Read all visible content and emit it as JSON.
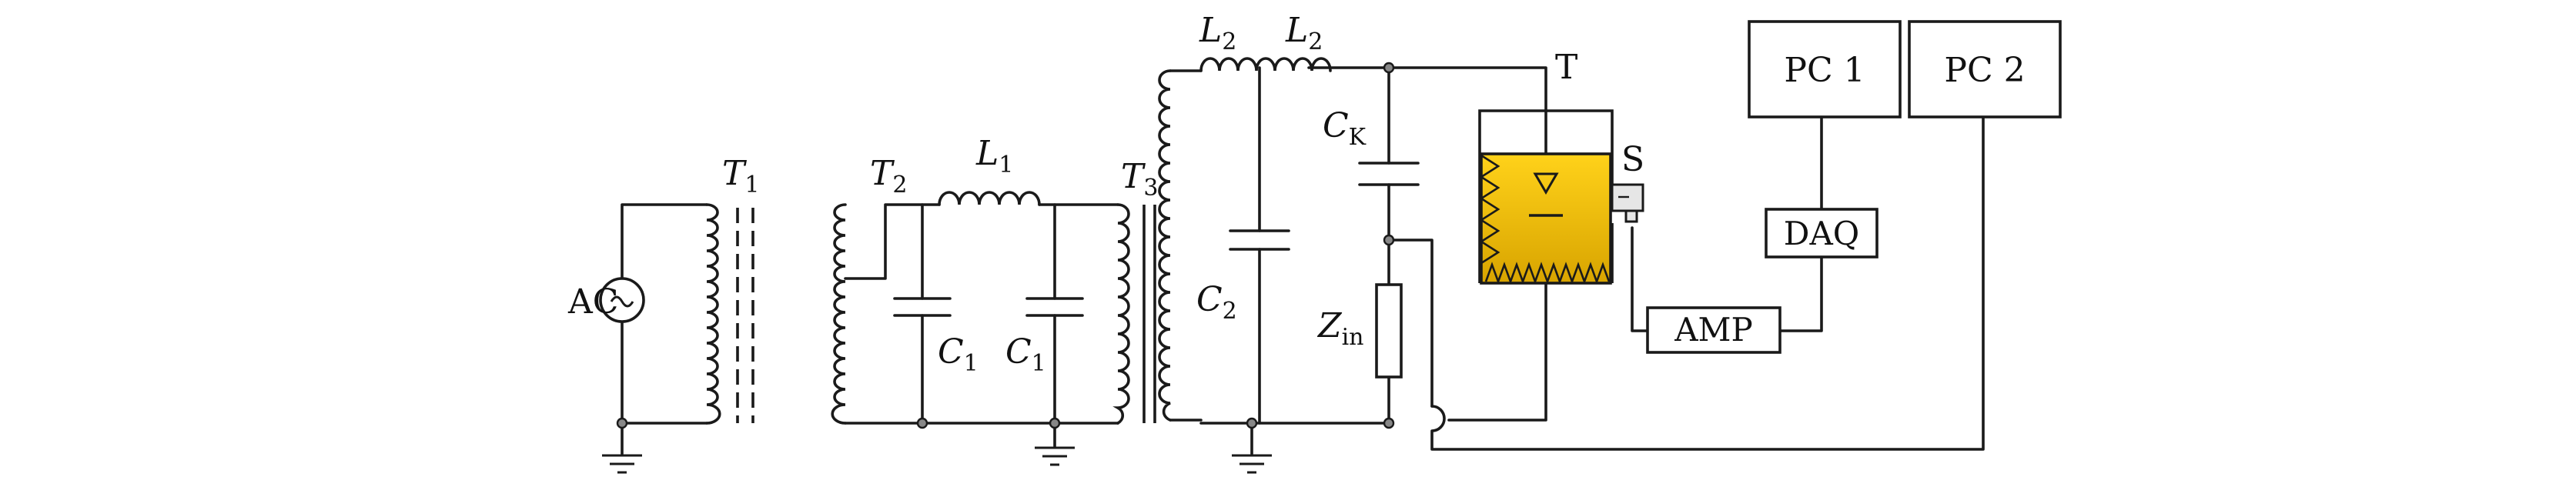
{
  "labels": {
    "ac": "AC",
    "t1": "T",
    "t1_sub": "1",
    "t2": "T",
    "t2_sub": "2",
    "t3": "T",
    "t3_sub": "3",
    "l1": "L",
    "l1_sub": "1",
    "l2a": "L",
    "l2a_sub": "2",
    "l2b": "L",
    "l2b_sub": "2",
    "c1a": "C",
    "c1a_sub": "1",
    "c1b": "C",
    "c1b_sub": "1",
    "c2": "C",
    "c2_sub": "2",
    "ck": "C",
    "ck_sub": "K",
    "zin": "Z",
    "zin_sub": "in",
    "t": "T",
    "s": "S",
    "amp": "AMP",
    "daq": "DAQ",
    "pc1": "PC 1",
    "pc2": "PC 2"
  },
  "colors": {
    "line": "#1a1a1a",
    "test_object_top": "#ffd21a",
    "test_object_bottom": "#d8a400",
    "sensor": "#e6e6e6",
    "node": "#888888"
  }
}
